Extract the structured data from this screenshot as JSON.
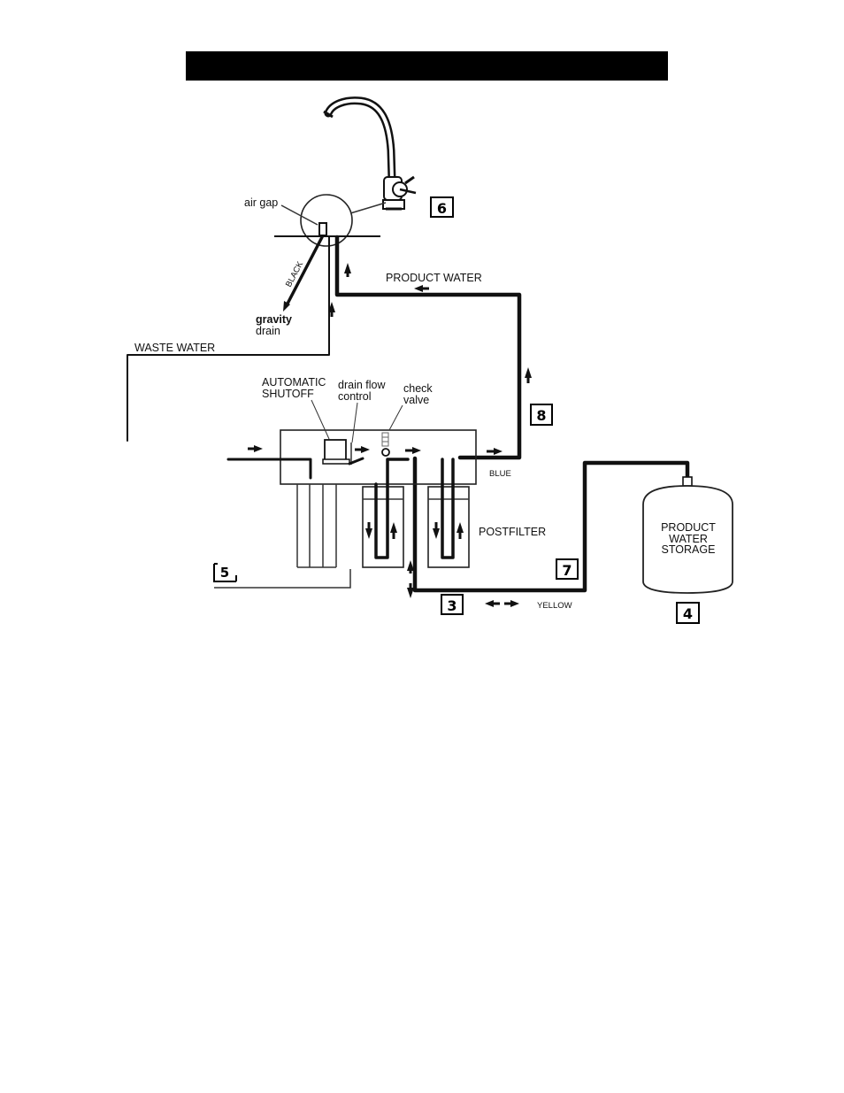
{
  "header_bar": {
    "color": "#000000",
    "text": ""
  },
  "labels": {
    "air_gap": "air gap",
    "black": "BLACK",
    "product_water": "PRODUCT WATER",
    "gravity": "gravity",
    "drain": "drain",
    "waste_water": "WASTE WATER",
    "automatic": "AUTOMATIC",
    "shutoff": "SHUTOFF",
    "drain_flow": "drain flow",
    "control": "control",
    "check": "check",
    "valve": "valve",
    "blue": "BLUE",
    "postfilter": "POSTFILTER",
    "yellow": "YELLOW",
    "storage_line1": "PRODUCT",
    "storage_line2": "WATER",
    "storage_line3": "STORAGE"
  },
  "callouts": {
    "n6": "6",
    "n8": "8",
    "n5": "5",
    "n7": "7",
    "n3": "3",
    "n4": "4"
  },
  "icons": {
    "faucet": "faucet-icon",
    "tank": "storage-tank-icon",
    "arrow": "flow-arrow-icon"
  }
}
